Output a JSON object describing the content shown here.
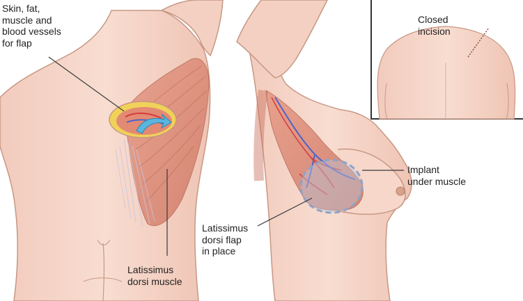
{
  "labels": {
    "flap": "Skin, fat,\nmuscle and\nblood vessels\nfor flap",
    "lat_muscle": "Latissimus\ndorsi muscle",
    "closed": "Closed\nincision",
    "implant": "Implant\nunder muscle",
    "flap_place": "Latissimus\ndorsi flap\nin place"
  },
  "colors": {
    "skin": "#f6d7ca",
    "skin_shadow": "#e4b5a3",
    "outline": "#c79783",
    "muscle": "#e08a76",
    "muscle_dark": "#c96e5c",
    "artery": "#d63c3c",
    "vein": "#4f63c9",
    "fat": "#f1d258",
    "arrow": "#5ab5df",
    "implant": "#8fa3c7",
    "leader": "#3a3a3a",
    "inset_border": "#333333"
  }
}
